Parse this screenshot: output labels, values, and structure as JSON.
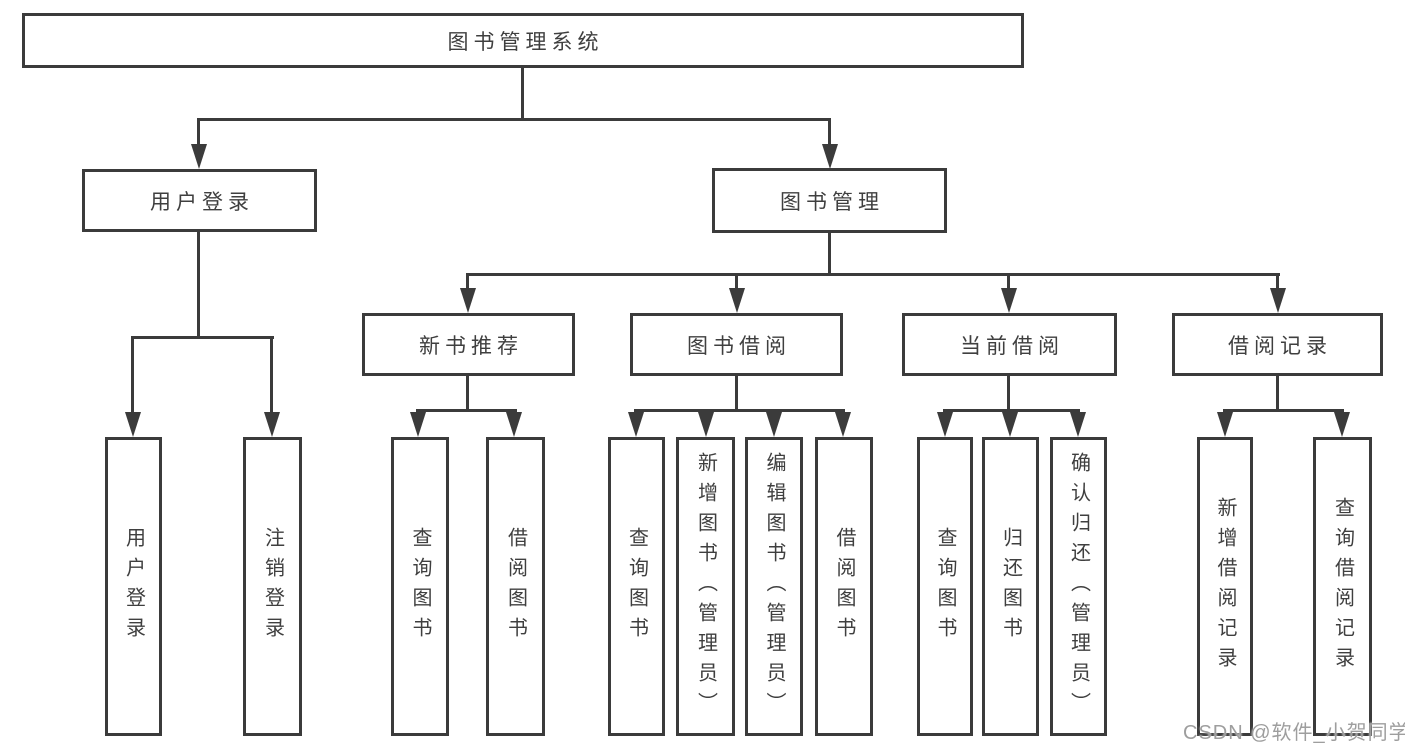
{
  "diagram": {
    "title": "图书管理系统",
    "children": [
      {
        "label": "用户登录",
        "children": [
          {
            "label": "用户登录"
          },
          {
            "label": "注销登录"
          }
        ]
      },
      {
        "label": "图书管理",
        "children": [
          {
            "label": "新书推荐",
            "children": [
              {
                "label": "查询图书"
              },
              {
                "label": "借阅图书"
              }
            ]
          },
          {
            "label": "图书借阅",
            "children": [
              {
                "label": "查询图书"
              },
              {
                "label": "新增图书（管理员）"
              },
              {
                "label": "编辑图书（管理员）"
              },
              {
                "label": "借阅图书"
              }
            ]
          },
          {
            "label": "当前借阅",
            "children": [
              {
                "label": "查询图书"
              },
              {
                "label": "归还图书"
              },
              {
                "label": "确认归还（管理员）"
              }
            ]
          },
          {
            "label": "借阅记录",
            "children": [
              {
                "label": "新增借阅记录"
              },
              {
                "label": "查询借阅记录"
              }
            ]
          }
        ]
      }
    ]
  },
  "watermark": "CSDN @软件_小贺同学",
  "colors": {
    "line": "#3b3b3b",
    "text": "#3f3f3f",
    "background": "#ffffff",
    "watermark": "#9e9e9e"
  }
}
